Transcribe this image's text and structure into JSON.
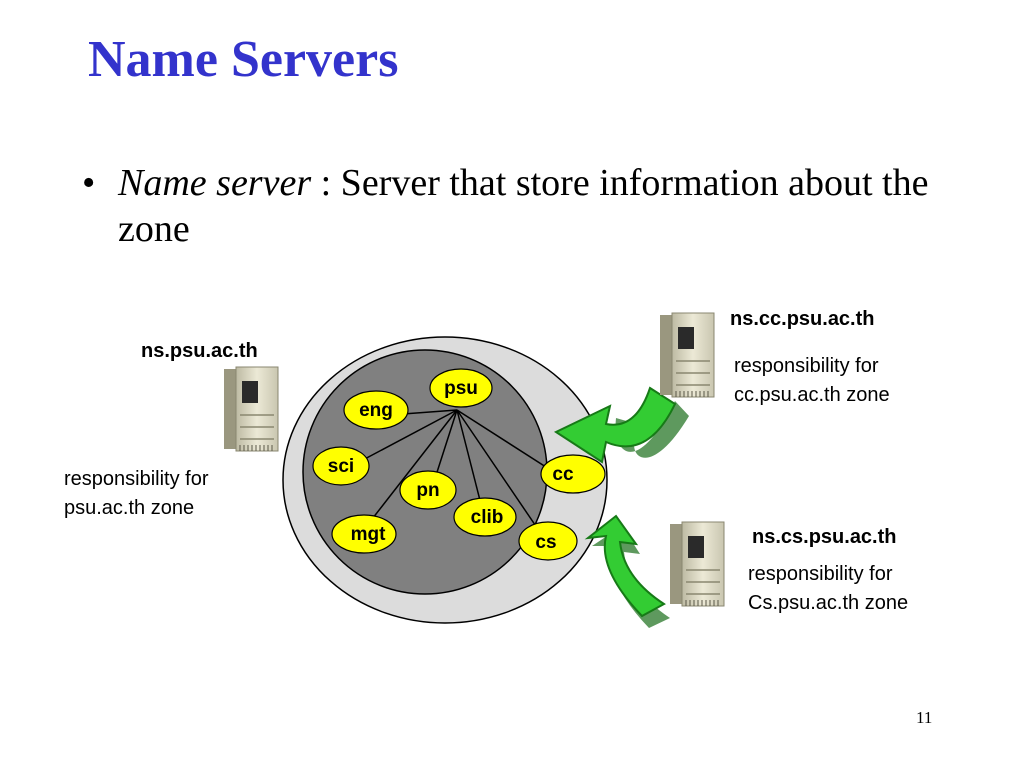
{
  "slide": {
    "title": "Name Servers",
    "bullet": {
      "marker": "•",
      "term": "Name server",
      "definition": " : Server that store information about the zone"
    },
    "page_number": "11"
  },
  "diagram": {
    "zone_nodes": [
      "psu",
      "eng",
      "sci",
      "pn",
      "mgt",
      "clib",
      "cc",
      "cs"
    ],
    "servers": [
      {
        "name": "ns.psu.ac.th",
        "desc1": "responsibility for",
        "desc2": "psu.ac.th zone"
      },
      {
        "name": "ns.cc.psu.ac.th",
        "desc1": "responsibility for",
        "desc2": "cc.psu.ac.th zone"
      },
      {
        "name": "ns.cs.psu.ac.th",
        "desc1": "responsibility for",
        "desc2": "Cs.psu.ac.th zone"
      }
    ],
    "colors": {
      "title": "#3333cc",
      "node_fill": "#ffff00",
      "inner_zone": "#808080",
      "outer_zone": "#dcdcdc",
      "arrow": "#33cc33"
    },
    "icons": [
      "server-icon",
      "curved-arrow-icon"
    ]
  }
}
